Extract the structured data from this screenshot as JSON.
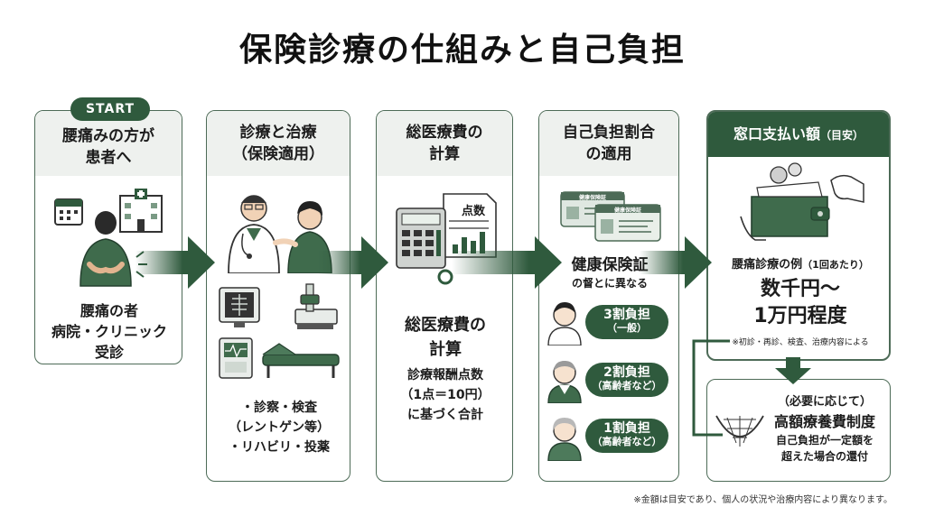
{
  "title": "保険診療の仕組みと自己負担",
  "start_label": "START",
  "step1": {
    "head_line1": "腰痛みの方が",
    "head_line2": "患者へ",
    "line1": "腰痛の者",
    "line2": "病院・クリニック",
    "line3": "受診"
  },
  "step2": {
    "head_line1": "診療と治療",
    "head_line2": "（保険適用）",
    "item1": "・診察・検査",
    "item2": "（レントゲン等）",
    "item3": "・リハビリ・投薬"
  },
  "step3": {
    "head_line1": "総医療費の",
    "head_line2": "計算",
    "doc_label": "点数",
    "body_line1": "総医療費の",
    "body_line2": "計算",
    "detail1": "診療報酬点数",
    "detail2": "（1点＝10円）",
    "detail3": "に基づく合計"
  },
  "step4": {
    "head_line1": "自己負担割合",
    "head_line2": "の適用",
    "card_label1": "健康保険証",
    "card_label2": "健康保険証",
    "main": "健康保険証",
    "sub": "の督とに異なる",
    "tiers": [
      {
        "label": "3割負担",
        "sub": "（一般）"
      },
      {
        "label": "2割負担",
        "sub": "（高齢者など）"
      },
      {
        "label": "1割負担",
        "sub": "（高齢者など）"
      }
    ]
  },
  "step5": {
    "head": "窓口支払い額",
    "head_sub": "（目安）",
    "example_main": "腰痛診療の例",
    "example_sub": "（1回あたり）",
    "amount_line1": "数千円〜",
    "amount_line2": "1万円程度",
    "note": "※初診・再診、検査、治療内容による"
  },
  "step6": {
    "line1": "（必要に応じて）",
    "line2": "高額療養費制度",
    "line3": "自己負担が一定額を",
    "line4": "超えた場合の還付"
  },
  "footnote": "※金額は目安であり、個人の状況や治療内容により異なります。",
  "colors": {
    "dark_green": "#2f5a3d",
    "mid_green": "#4d6b57",
    "light_green": "#eef1ee"
  }
}
